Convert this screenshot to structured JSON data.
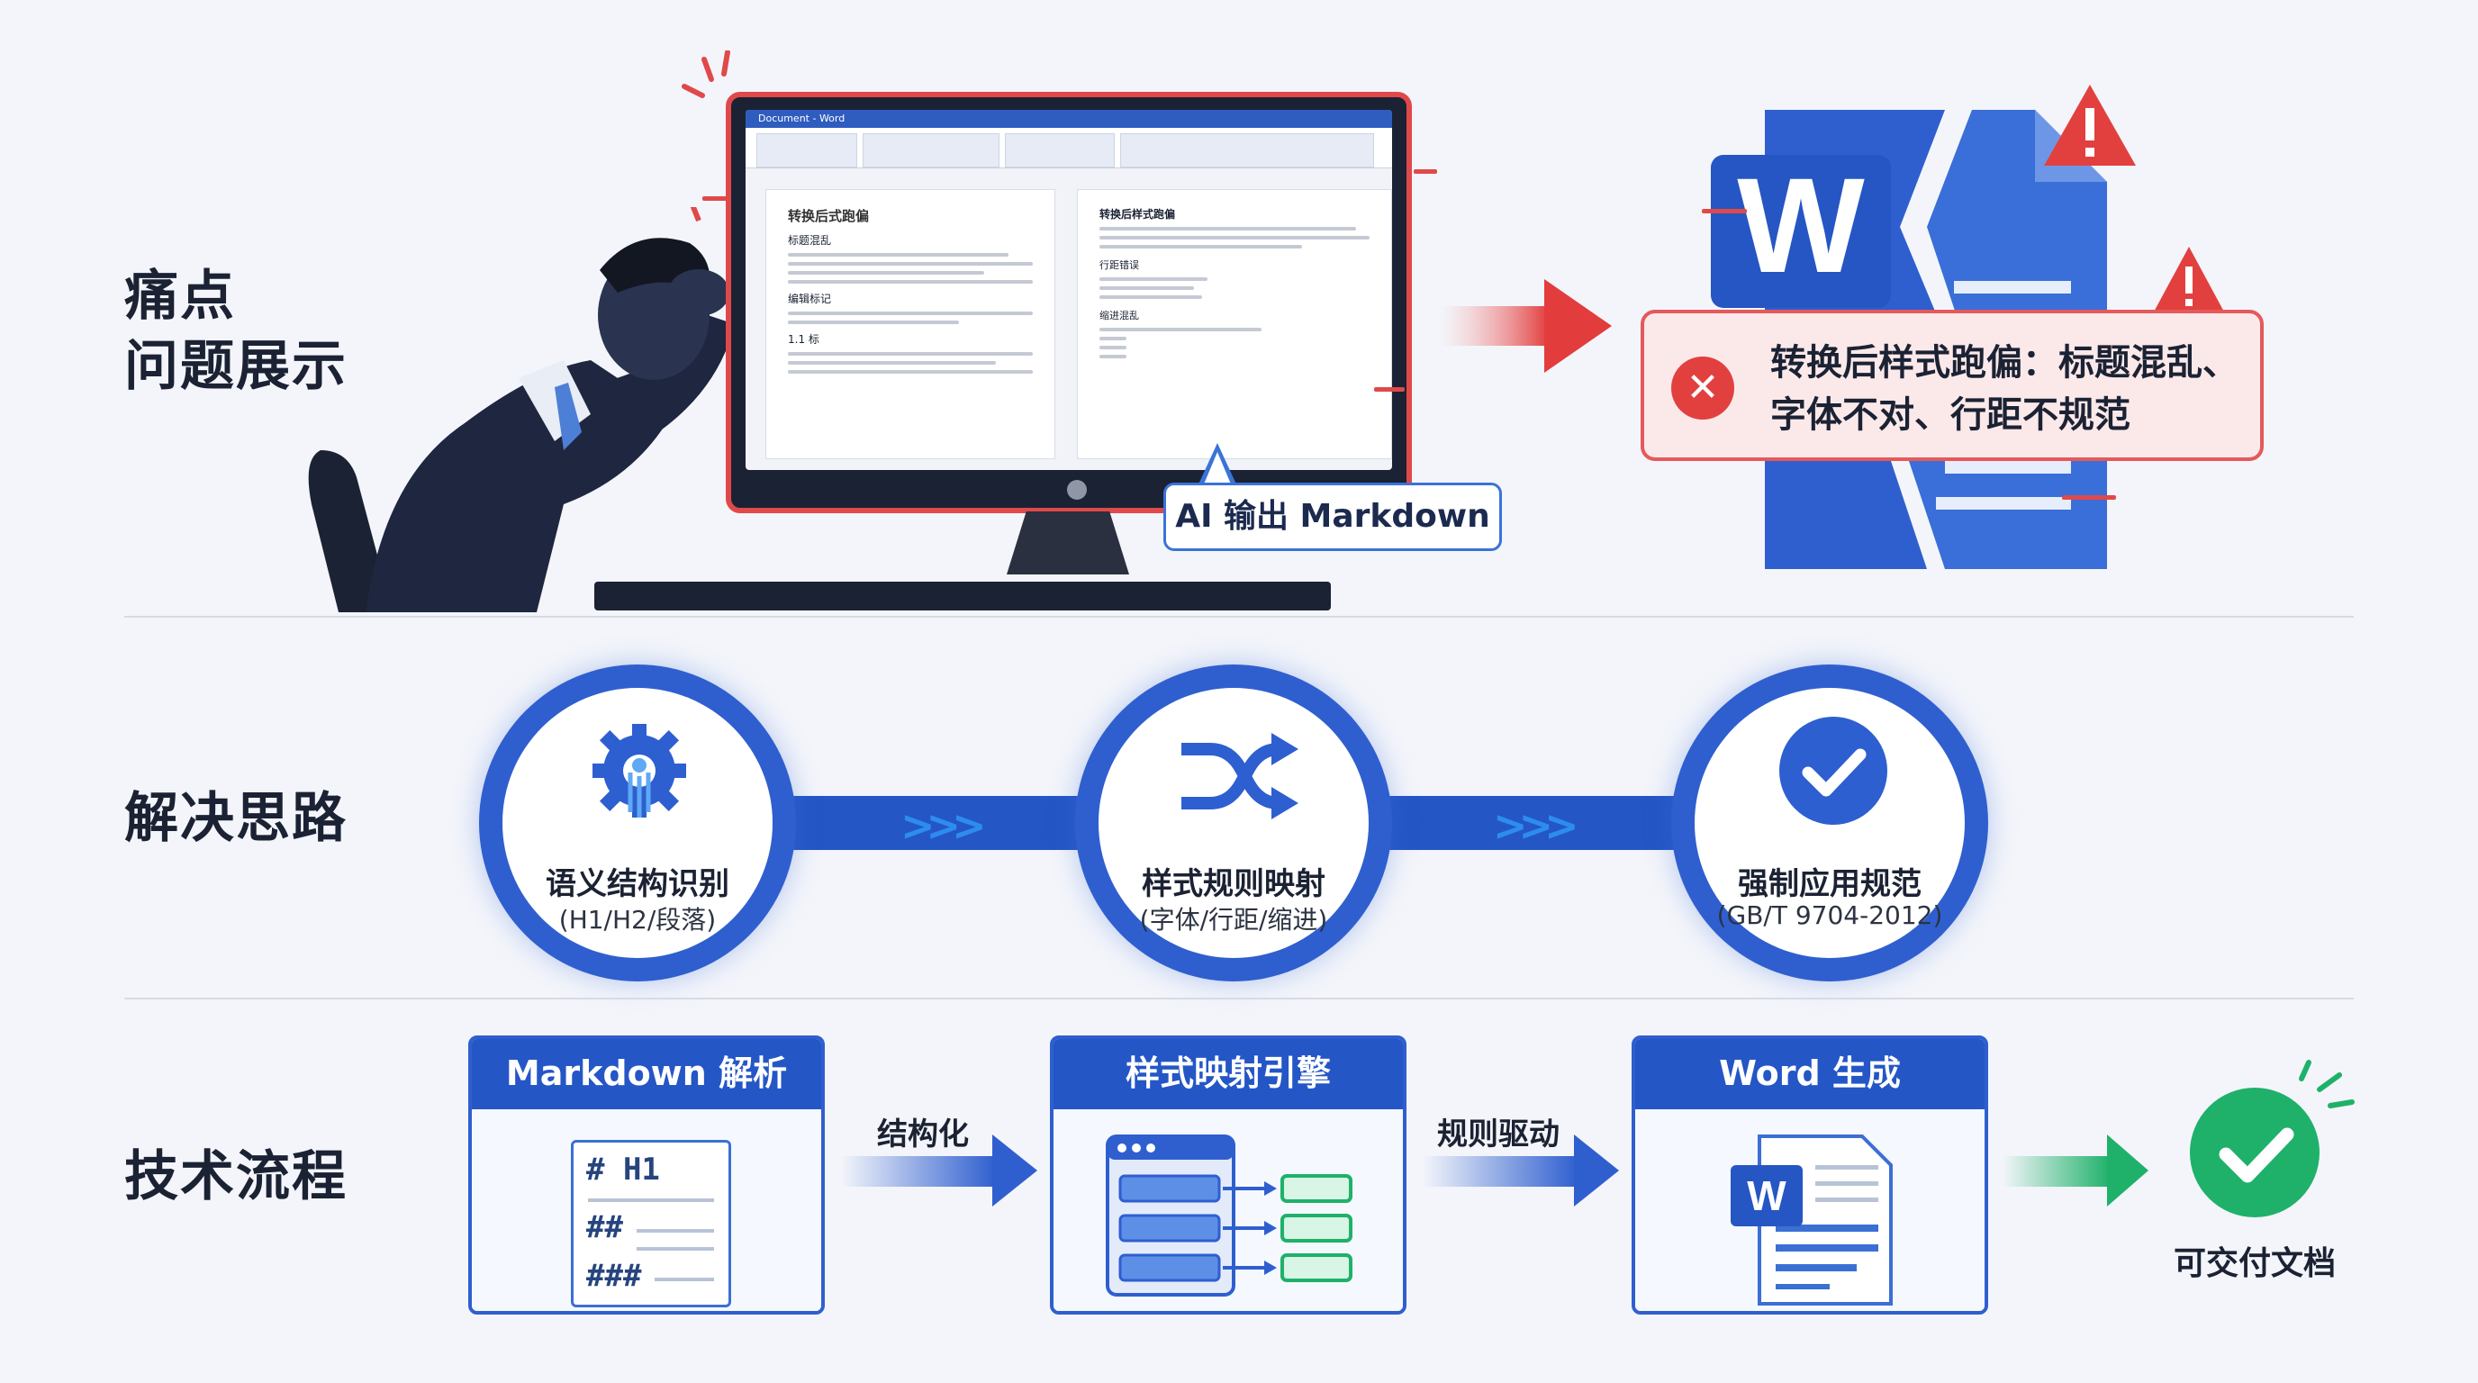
{
  "rows": {
    "pain": {
      "label_line1": "痛点",
      "label_line2": "问题展示"
    },
    "solution": {
      "label": "解决思路"
    },
    "tech": {
      "label": "技术流程"
    }
  },
  "pain_scene": {
    "monitor_window_title": "Document - Word",
    "page_left_title": "转换后式跑偏",
    "page_left_heading1": "标题混乱",
    "page_left_heading2": "编辑标记",
    "page_left_heading3": "1.1 标",
    "page_right_title": "转换后样式跑偏",
    "page_right_heading1": "行距错误",
    "page_right_heading2": "缩进混乱",
    "bubble": "AI 输出 Markdown",
    "error_line1": "转换后样式跑偏：标题混乱、",
    "error_line2": "字体不对、行距不规范",
    "word_logo_letter": "W"
  },
  "solution_steps": [
    {
      "title": "语义结构识别",
      "subtitle": "(H1/H2/段落)",
      "icon": "gear-circuit-icon"
    },
    {
      "title": "样式规则映射",
      "subtitle": "(字体/行距/缩进)",
      "icon": "shuffle-icon"
    },
    {
      "title": "强制应用规范",
      "subtitle": "(GB/T 9704-2012)",
      "icon": "check-circle-icon"
    }
  ],
  "tech_flow": {
    "cards": [
      {
        "title": "Markdown 解析",
        "icon": "markdown-doc-icon"
      },
      {
        "title": "样式映射引擎",
        "icon": "mapping-engine-icon"
      },
      {
        "title": "Word 生成",
        "icon": "word-doc-icon"
      }
    ],
    "arrows": [
      "结构化",
      "规则驱动"
    ],
    "md_lines": [
      "# H1",
      "##",
      "###"
    ],
    "result": "可交付文档"
  },
  "colors": {
    "primary": "#2456c6",
    "error": "#e2403f",
    "success": "#1fb16a",
    "background": "#f3f5fa"
  }
}
